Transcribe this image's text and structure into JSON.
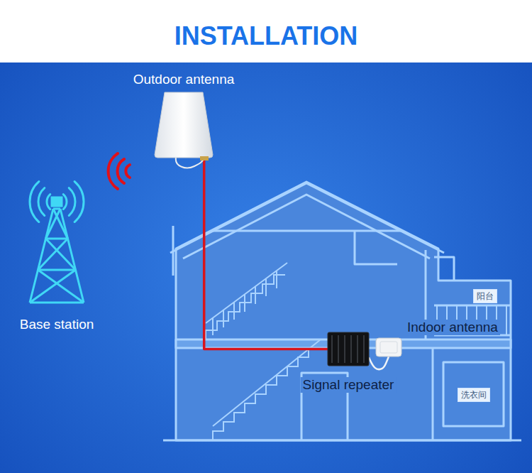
{
  "diagram": {
    "title": "INSTALLATION",
    "nodes": [
      {
        "text": [
          "Outdoor antenna"
        ]
      },
      {
        "text": [
          "阳台"
        ]
      },
      {
        "text": [
          "Base station"
        ]
      },
      {
        "text": [
          "Indoor antenna"
        ]
      },
      {
        "text": [
          "Signal repeater"
        ]
      },
      {
        "text": [
          "洗衣间"
        ]
      }
    ],
    "edges": [
      {
        "from": 0,
        "to": 4,
        "arrow": "none"
      },
      {
        "from": 4,
        "to": 3,
        "arrow": "none"
      }
    ]
  }
}
